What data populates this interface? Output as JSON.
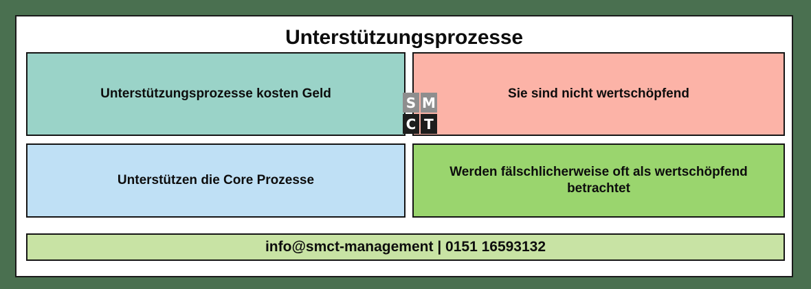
{
  "slide": {
    "background_color": "#4a7050",
    "panel_background": "#ffffff",
    "title": "Unterstützungsprozesse"
  },
  "cells": [
    {
      "name": "cost",
      "text": "Unterstützungsprozesse kosten Geld",
      "color": "#9ad3c8"
    },
    {
      "name": "non-value",
      "text": "Sie sind nicht wertschöpfend",
      "color": "#fcb3a7"
    },
    {
      "name": "support-core",
      "text": "Unterstützen die Core Prozesse",
      "color": "#bfe0f5"
    },
    {
      "name": "mistaken-value",
      "text": "Werden fälschlicherweise oft als wertschöpfend betrachtet",
      "color": "#9ad56e"
    }
  ],
  "footer": {
    "text": "info@smct-management | 0151 16593132",
    "color": "#c8e3a4"
  },
  "logo": {
    "name": "smct-logo",
    "tiles": [
      "S",
      "M",
      "C",
      "T"
    ]
  }
}
